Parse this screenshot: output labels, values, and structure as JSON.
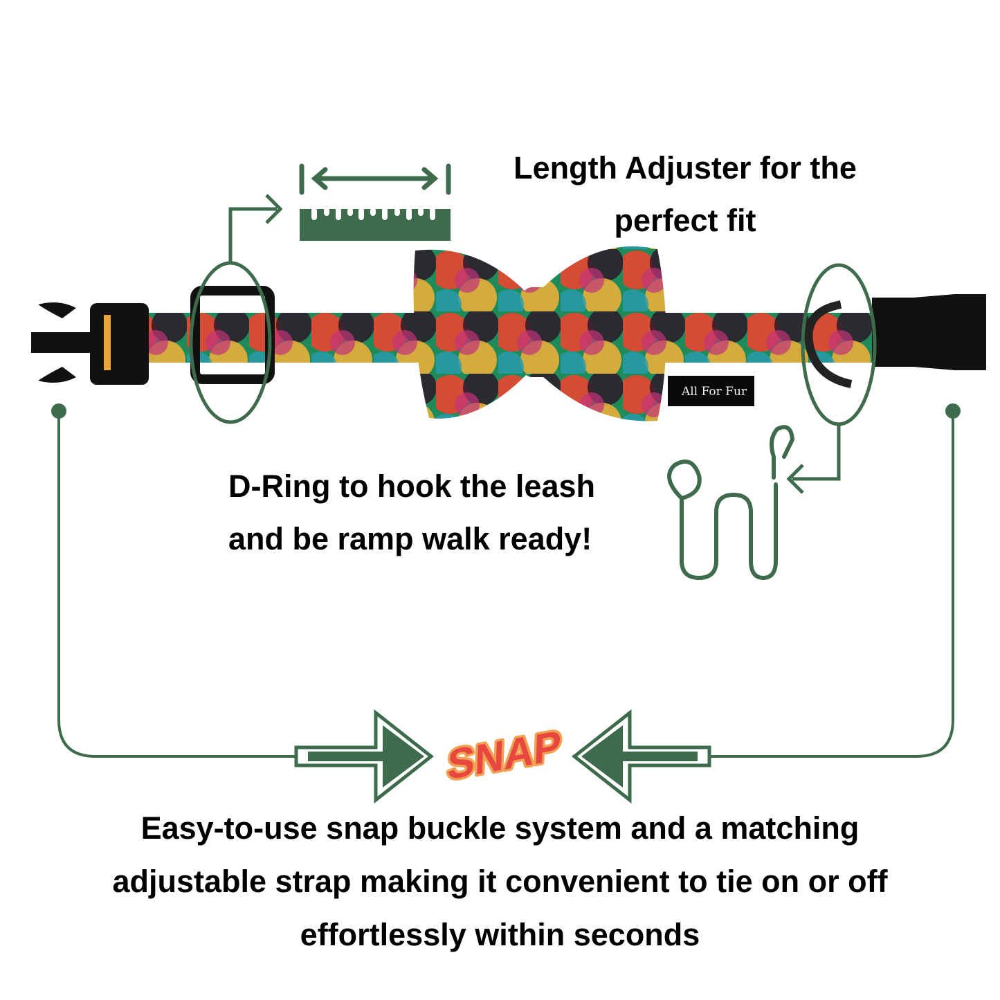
{
  "colors": {
    "accent_green": "#3e6b4c",
    "snap_red": "#e8473f",
    "snap_orange": "#f2a052"
  },
  "callouts": {
    "length_adjuster": {
      "line1": "Length Adjuster for the",
      "line2": "perfect fit",
      "icon": "ruler-icon"
    },
    "d_ring": {
      "line1": "D-Ring to hook the leash",
      "line2": "and be ramp walk ready!",
      "icon": "leash-icon"
    },
    "snap_buckle": {
      "line1": "Easy-to-use snap buckle system and a matching",
      "line2": "adjustable strap making it convenient to tie on or off",
      "line3": "effortlessly within seconds"
    }
  },
  "snap_label": "SNAP",
  "brand_tag": "All For Fur"
}
